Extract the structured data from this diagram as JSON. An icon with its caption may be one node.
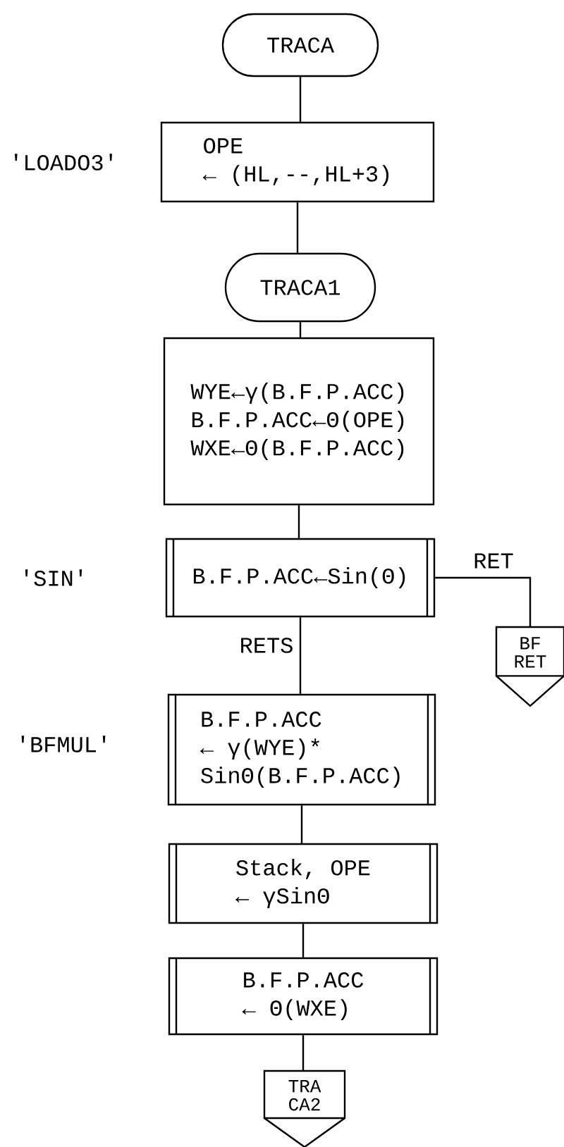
{
  "diagram": {
    "nodes": [
      {
        "text": [
          "TRACA"
        ]
      },
      {
        "text": [
          "OPE",
          "← (HL,--,HL+3)"
        ],
        "beside": [
          "'LOADO3'"
        ]
      },
      {
        "text": [
          "TRACA1"
        ]
      },
      {
        "text": [
          "WYE←γ(B.F.P.ACC)",
          "B.F.P.ACC←Θ(OPE)",
          "WXE←Θ(B.F.P.ACC)"
        ]
      },
      {
        "text": [
          "B.F.P.ACC←Sin(Θ)"
        ],
        "beside": [
          "'SIN'"
        ]
      },
      {
        "text": [
          "BF RET"
        ]
      },
      {
        "text": [
          "B.F.P.ACC",
          "← γ(WYE)*",
          "SinΘ(B.F.P.ACC)"
        ],
        "beside": [
          "'BFMUL'"
        ]
      },
      {
        "text": [
          "Stack, OPE",
          "← γSinΘ"
        ]
      },
      {
        "text": [
          "B.F.P.ACC",
          "← Θ(WXE)"
        ]
      },
      {
        "text": [
          "TRA CA2"
        ]
      }
    ],
    "edges": [
      {
        "from": 0,
        "to": 1,
        "arrow": "none"
      },
      {
        "from": 1,
        "to": 2,
        "arrow": "none"
      },
      {
        "from": 2,
        "to": 3,
        "arrow": "none"
      },
      {
        "from": 3,
        "to": 4,
        "arrow": "none"
      },
      {
        "from": 4,
        "to": 5,
        "arrow": "none",
        "label": "RET"
      },
      {
        "from": 4,
        "to": 6,
        "arrow": "none",
        "label": "RETS"
      },
      {
        "from": 6,
        "to": 7,
        "arrow": "none"
      },
      {
        "from": 7,
        "to": 8,
        "arrow": "none"
      },
      {
        "from": 8,
        "to": 9,
        "arrow": "none"
      }
    ]
  }
}
